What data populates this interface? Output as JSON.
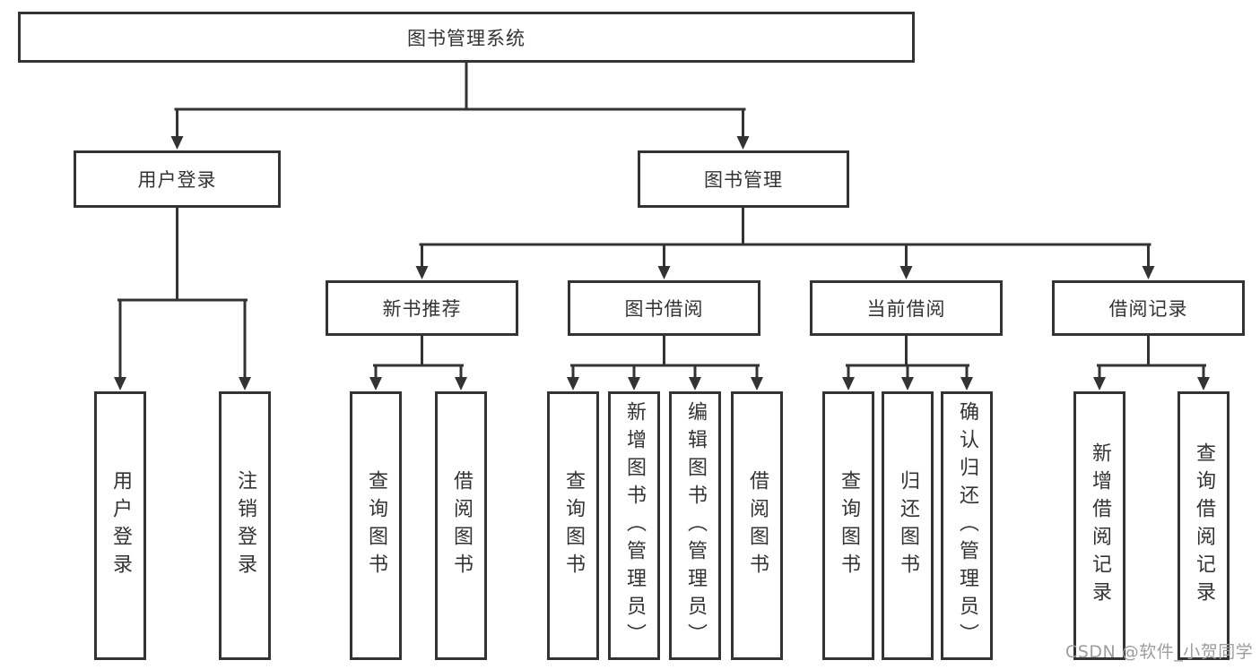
{
  "diagram": {
    "root": {
      "label": "图书管理系统"
    },
    "branches": [
      {
        "label": "用户登录",
        "children": [
          {
            "label": "用户登录"
          },
          {
            "label": "注销登录"
          }
        ]
      },
      {
        "label": "图书管理",
        "children": [
          {
            "label": "新书推荐",
            "children": [
              {
                "label": "查询图书"
              },
              {
                "label": "借阅图书"
              }
            ]
          },
          {
            "label": "图书借阅",
            "children": [
              {
                "label": "查询图书"
              },
              {
                "label": "新增图书（管理员）"
              },
              {
                "label": "编辑图书（管理员）"
              },
              {
                "label": "借阅图书"
              }
            ]
          },
          {
            "label": "当前借阅",
            "children": [
              {
                "label": "查询图书"
              },
              {
                "label": "归还图书"
              },
              {
                "label": "确认归还（管理员）"
              }
            ]
          },
          {
            "label": "借阅记录",
            "children": [
              {
                "label": "新增借阅记录"
              },
              {
                "label": "查询借阅记录"
              }
            ]
          }
        ]
      }
    ],
    "watermark": "CSDN @软件_小贺同学",
    "colors": {
      "line": "#333333",
      "text": "#333333",
      "watermark": "#9d9d9d",
      "background": "#ffffff"
    }
  }
}
